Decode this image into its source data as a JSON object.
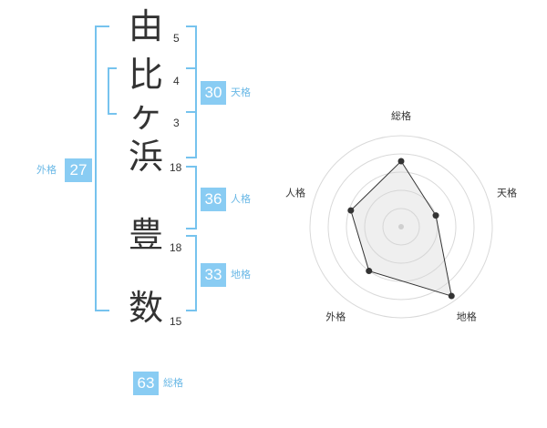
{
  "name_chars": [
    {
      "char": "由",
      "strokes": "5"
    },
    {
      "char": "比",
      "strokes": "4"
    },
    {
      "char": "ヶ",
      "strokes": "3"
    },
    {
      "char": "浜",
      "strokes": "18"
    },
    {
      "char": "豊",
      "strokes": "18"
    },
    {
      "char": "数",
      "strokes": "15"
    }
  ],
  "fortunes": {
    "tenkaku": {
      "label": "天格",
      "value": "30"
    },
    "jinkaku": {
      "label": "人格",
      "value": "36"
    },
    "chikaku": {
      "label": "地格",
      "value": "33"
    },
    "gaikaku": {
      "label": "外格",
      "value": "27"
    },
    "soukaku": {
      "label": "総格",
      "value": "63"
    }
  },
  "colors": {
    "accent": "#89ccf3",
    "bracket": "#76c3ee"
  },
  "chart_data": {
    "type": "radar",
    "axes": [
      "総格",
      "天格",
      "地格",
      "外格",
      "人格"
    ],
    "values": [
      3.6,
      2.0,
      4.7,
      3.0,
      2.9
    ],
    "max": 5,
    "rings": 5
  }
}
